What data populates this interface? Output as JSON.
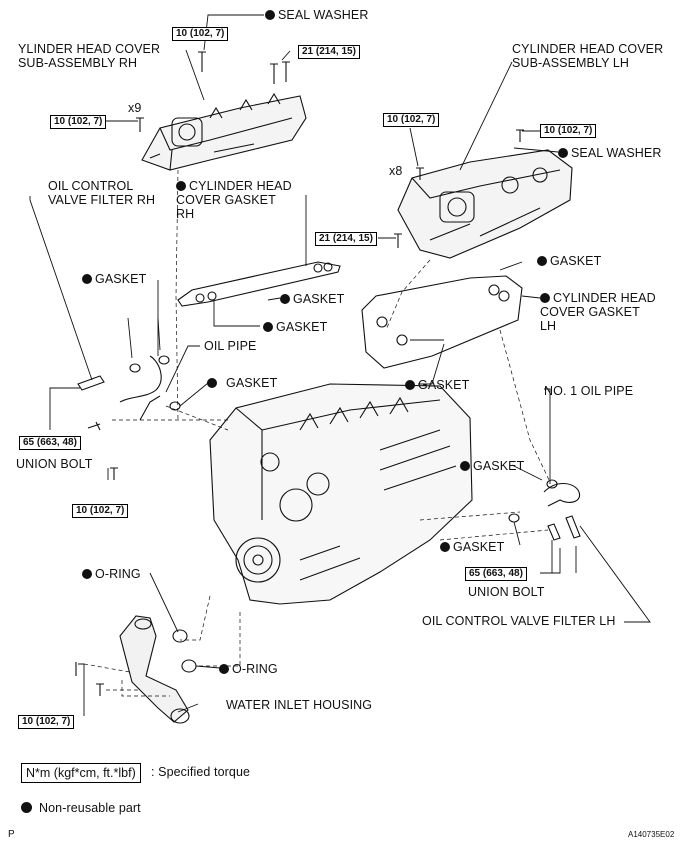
{
  "labels": {
    "seal_washer_rh": "SEAL WASHER",
    "head_cover_rh": "YLINDER HEAD COVER\nSUB-ASSEMBLY RH",
    "head_cover_lh": "CYLINDER HEAD COVER\nSUB-ASSEMBLY LH",
    "seal_washer_lh": "SEAL WASHER",
    "qty_x9": "x9",
    "qty_x8": "x8",
    "ocv_filter_rh": "OIL CONTROL\nVALVE FILTER RH",
    "head_gasket_rh": "CYLINDER HEAD\nCOVER GASKET\nRH",
    "gasket_1": "GASKET",
    "gasket_2": "GASKET",
    "gasket_3": "GASKET",
    "gasket_4": "GASKET",
    "gasket_5": "GASKET",
    "gasket_6": "GASKET",
    "gasket_7": "GASKET",
    "gasket_8": "GASKET",
    "head_gasket_lh": "CYLINDER HEAD\nCOVER GASKET\nLH",
    "oil_pipe": "OIL PIPE",
    "no1_oil_pipe": "NO. 1 OIL PIPE",
    "union_bolt_rh": "UNION BOLT",
    "union_bolt_lh": "UNION BOLT",
    "oring_1": "O-RING",
    "oring_2": "O-RING",
    "ocv_filter_lh": "OIL CONTROL VALVE FILTER LH",
    "water_inlet": "WATER INLET HOUSING"
  },
  "torque": {
    "t1": "10 (102, 7)",
    "t2": "21 (214, 15)",
    "t3": "10 (102, 7)",
    "t4": "10 (102, 7)",
    "t5": "10 (102, 7)",
    "t6": "21 (214, 15)",
    "t7": "65 (663, 48)",
    "t8": "10 (102, 7)",
    "t9": "65 (663, 48)",
    "t10": "10 (102, 7)"
  },
  "legend": {
    "torque_box": "N*m (kgf*cm, ft.*lbf)",
    "torque_desc": ": Specified torque",
    "nonreusable": "Non-reusable part"
  },
  "footer": {
    "left": "P",
    "code": "A140735E02"
  }
}
